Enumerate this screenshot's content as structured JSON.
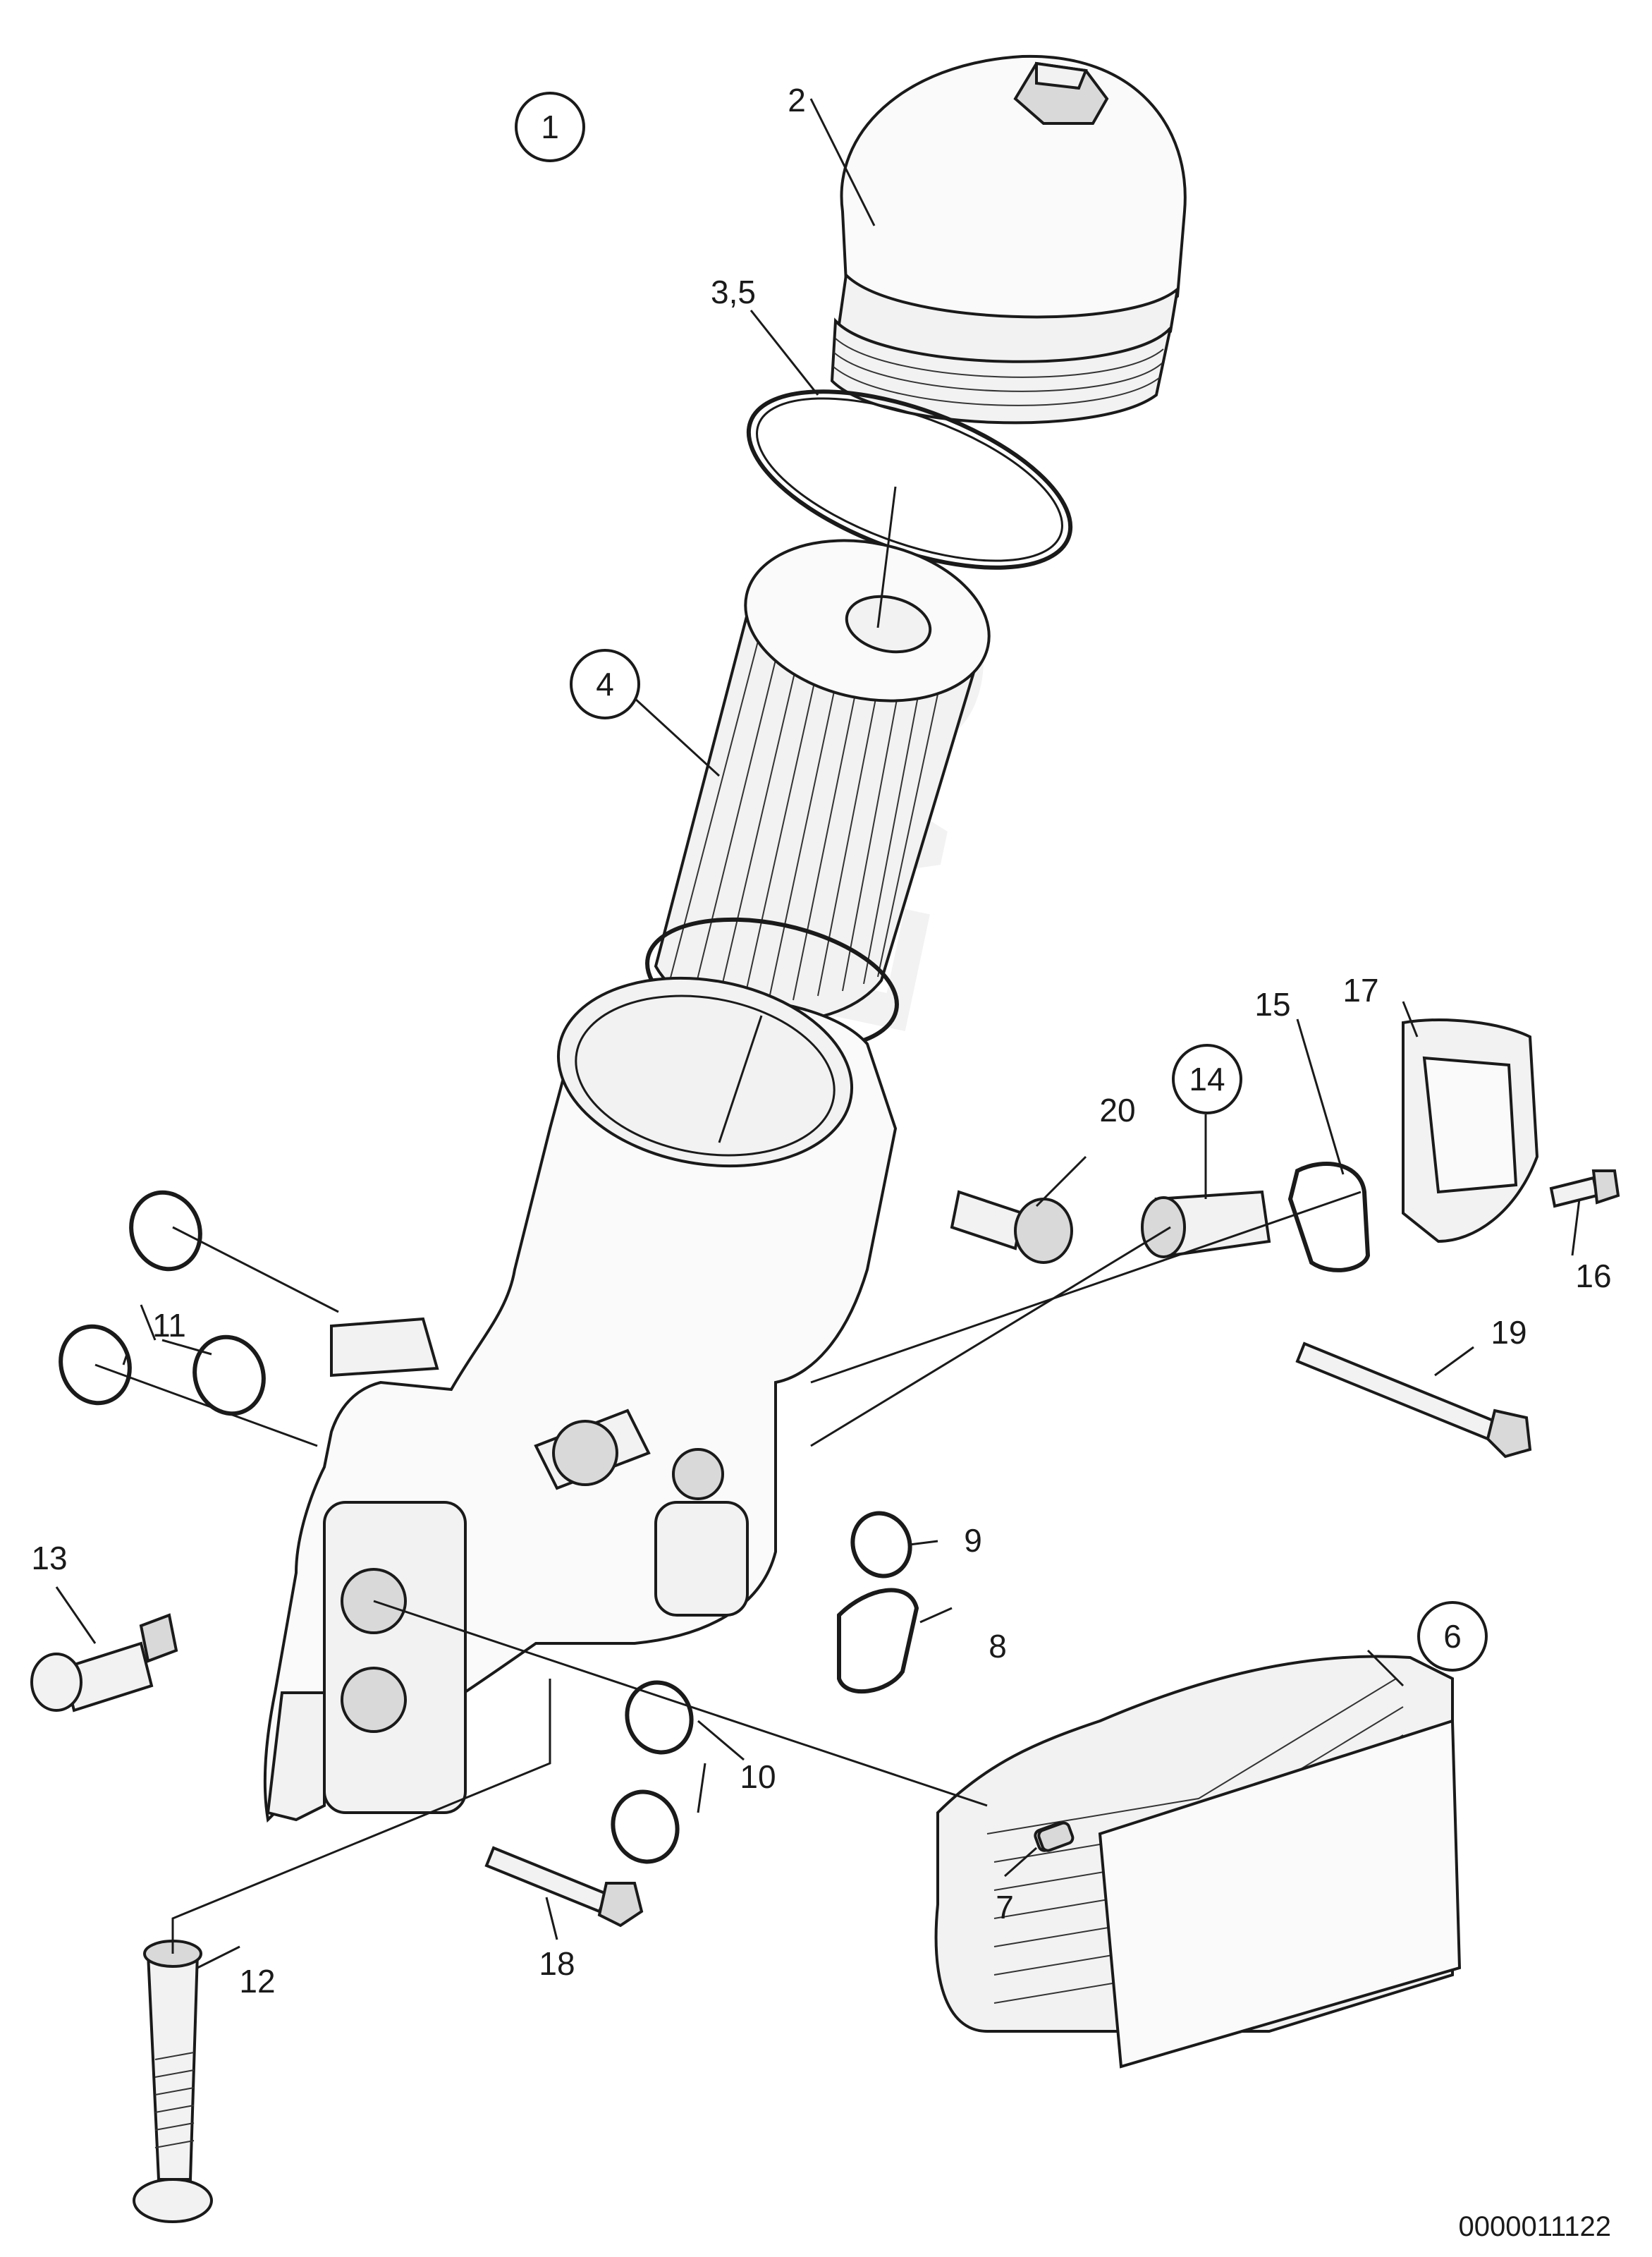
{
  "diagram": {
    "callouts": {
      "c1": "1",
      "c2": "2",
      "c3_5": "3,5",
      "c4": "4",
      "c6": "6",
      "c7": "7",
      "c8": "8",
      "c9": "9",
      "c10": "10",
      "c11": "11",
      "c12": "12",
      "c13": "13",
      "c14": "14",
      "c15": "15",
      "c16": "16",
      "c17": "17",
      "c18": "18",
      "c19": "19",
      "c20": "20"
    },
    "watermark": "VOLVO",
    "image_number": "0000011122"
  }
}
